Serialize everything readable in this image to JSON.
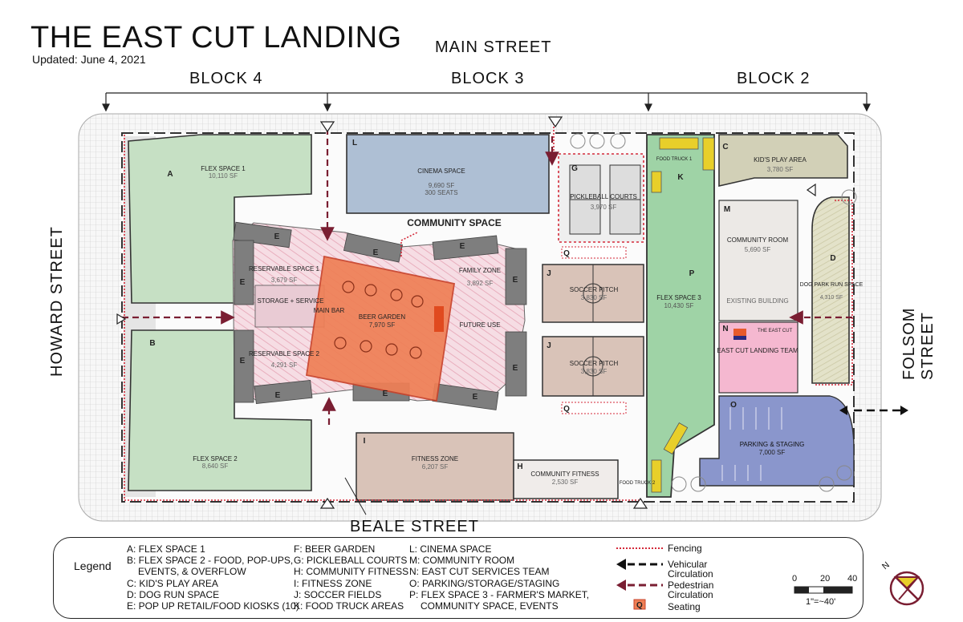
{
  "title": "THE EAST CUT LANDING",
  "updated": "Updated: June 4, 2021",
  "streets": {
    "main": "MAIN STREET",
    "beale": "BEALE STREET",
    "howard": "HOWARD STREET",
    "folsom": "FOLSOM STREET"
  },
  "blocks": [
    "BLOCK 4",
    "BLOCK 3",
    "BLOCK 2"
  ],
  "zones": {
    "A": {
      "letter": "A",
      "name": "FLEX SPACE 1",
      "area": "10,110 SF"
    },
    "B": {
      "letter": "B",
      "name": "FLEX SPACE 2",
      "area": "8,640 SF"
    },
    "C": {
      "letter": "C",
      "name": "KID'S PLAY AREA",
      "area": "3,780 SF"
    },
    "D": {
      "letter": "D",
      "name": "DOG PARK RUN SPACE",
      "area": "4,310 SF"
    },
    "F": {
      "name": "BEER GARDEN",
      "area": "7,970 SF"
    },
    "G": {
      "letter": "G",
      "name": "PICKLEBALL COURTS",
      "area": "3,970 SF"
    },
    "H": {
      "letter": "H",
      "name": "COMMUNITY FITNESS",
      "area": "2,530 SF"
    },
    "I": {
      "letter": "I",
      "name": "FITNESS ZONE",
      "area": "6,207 SF"
    },
    "J1": {
      "letter": "J",
      "name": "SOCCER PITCH",
      "area": "3,830 SF"
    },
    "J2": {
      "letter": "J",
      "name": "SOCCER PITCH",
      "area": "3,830 SF"
    },
    "L": {
      "letter": "L",
      "name": "CINEMA SPACE",
      "area": "9,690 SF",
      "seats": "300 SEATS"
    },
    "M": {
      "letter": "M",
      "name": "COMMUNITY ROOM",
      "area": "5,690 SF",
      "note": "EXISTING BUILDING"
    },
    "N": {
      "letter": "N",
      "name": "EAST CUT LANDING TEAM",
      "logo": "THE EAST CUT"
    },
    "O": {
      "letter": "O",
      "name": "PARKING & STAGING",
      "area": "7,000 SF"
    },
    "P": {
      "letter": "P",
      "name": "FLEX SPACE 3",
      "area": "10,430 SF"
    },
    "K": {
      "letter": "K",
      "truck1": "FOOD TRUCK 1",
      "truck2": "FOOD TRUCK 2"
    },
    "community": "COMMUNITY SPACE",
    "res1": {
      "name": "RESERVABLE SPACE 1",
      "area": "3,679 SF"
    },
    "res2": {
      "name": "RESERVABLE SPACE 2",
      "area": "4,291 SF"
    },
    "family": {
      "name": "FAMILY ZONE",
      "area": "3,892 SF"
    },
    "storage": "STORAGE + SERVICE",
    "mainbar": "MAIN BAR",
    "future": "FUTURE USE",
    "e_letter": "E",
    "q_letter": "Q"
  },
  "legend": {
    "title": "Legend",
    "col1": [
      "A: FLEX SPACE 1",
      "B: FLEX SPACE 2 - FOOD, POP-UPS,",
      "EVENTS, & OVERFLOW",
      "C: KID'S PLAY AREA",
      "D: DOG RUN SPACE",
      "E: POP UP RETAIL/FOOD KIOSKS (10)"
    ],
    "col2": [
      "F: BEER GARDEN",
      "G: PICKLEBALL COURTS",
      "H: COMMUNITY FITNESS",
      "I: FITNESS ZONE",
      "J: SOCCER FIELDS",
      "K: FOOD TRUCK AREAS"
    ],
    "col3": [
      "L: CINEMA SPACE",
      "M: COMMUNITY ROOM",
      "N: EAST CUT SERVICES TEAM",
      "O: PARKING/STORAGE/STAGING",
      "P: FLEX SPACE 3 - FARMER'S MARKET,",
      "COMMUNITY SPACE, EVENTS"
    ],
    "keys": {
      "fencing": "Fencing",
      "vehicular": "Vehicular",
      "vehicular2": "Circulation",
      "pedestrian": "Pedestrian",
      "pedestrian2": "Circulation",
      "seating": "Seating",
      "seating_letter": "Q"
    },
    "scale": {
      "t0": "0",
      "t1": "20",
      "t2": "40",
      "ratio": "1\"=~40'"
    },
    "north": "N"
  },
  "colors": {
    "flex_green": "#c6e0c4",
    "beer_orange": "#ef7f55",
    "cinema_blue": "#aebfd4",
    "soccer_tan": "#d9c3b8",
    "parking_purple": "#8a96cc",
    "kids_olive": "#d2d0b7",
    "team_pink": "#f5b8d0",
    "fence_red": "#d42a3a",
    "ped_maroon": "#7a1e32",
    "truck_yellow": "#e8cf2a"
  }
}
